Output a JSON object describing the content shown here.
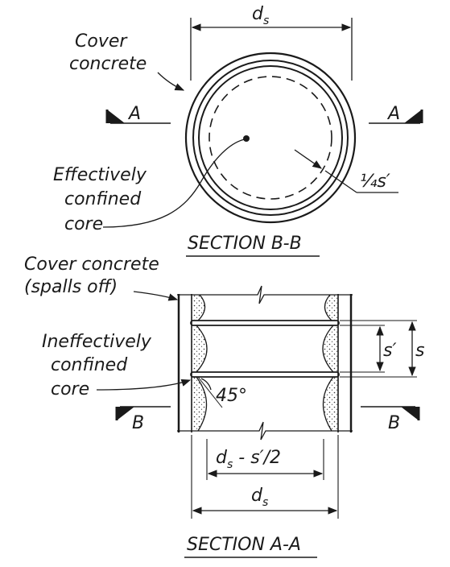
{
  "section_bb": {
    "dim_ds": "d",
    "dim_ds_sub": "s",
    "cover_concrete": [
      "Cover",
      "concrete"
    ],
    "cut_left": "A",
    "cut_right": "A",
    "effectively_confined_core": [
      "Effectively",
      "confined",
      "core"
    ],
    "quarter_s_prime": "¼s′",
    "title": "SECTION B-B"
  },
  "section_aa": {
    "cover_concrete": [
      "Cover concrete",
      "(spalls off)"
    ],
    "ineffectively_confined_core": [
      "Ineffectively",
      "confined",
      "core"
    ],
    "angle": "45°",
    "s_prime": "s′",
    "s": "s",
    "cut_left": "B",
    "cut_right": "B",
    "dim_inner": "d",
    "dim_inner_sub": "s",
    "dim_inner_rest": " - s′/2",
    "dim_outer": "d",
    "dim_outer_sub": "s",
    "title": "SECTION A-A"
  }
}
